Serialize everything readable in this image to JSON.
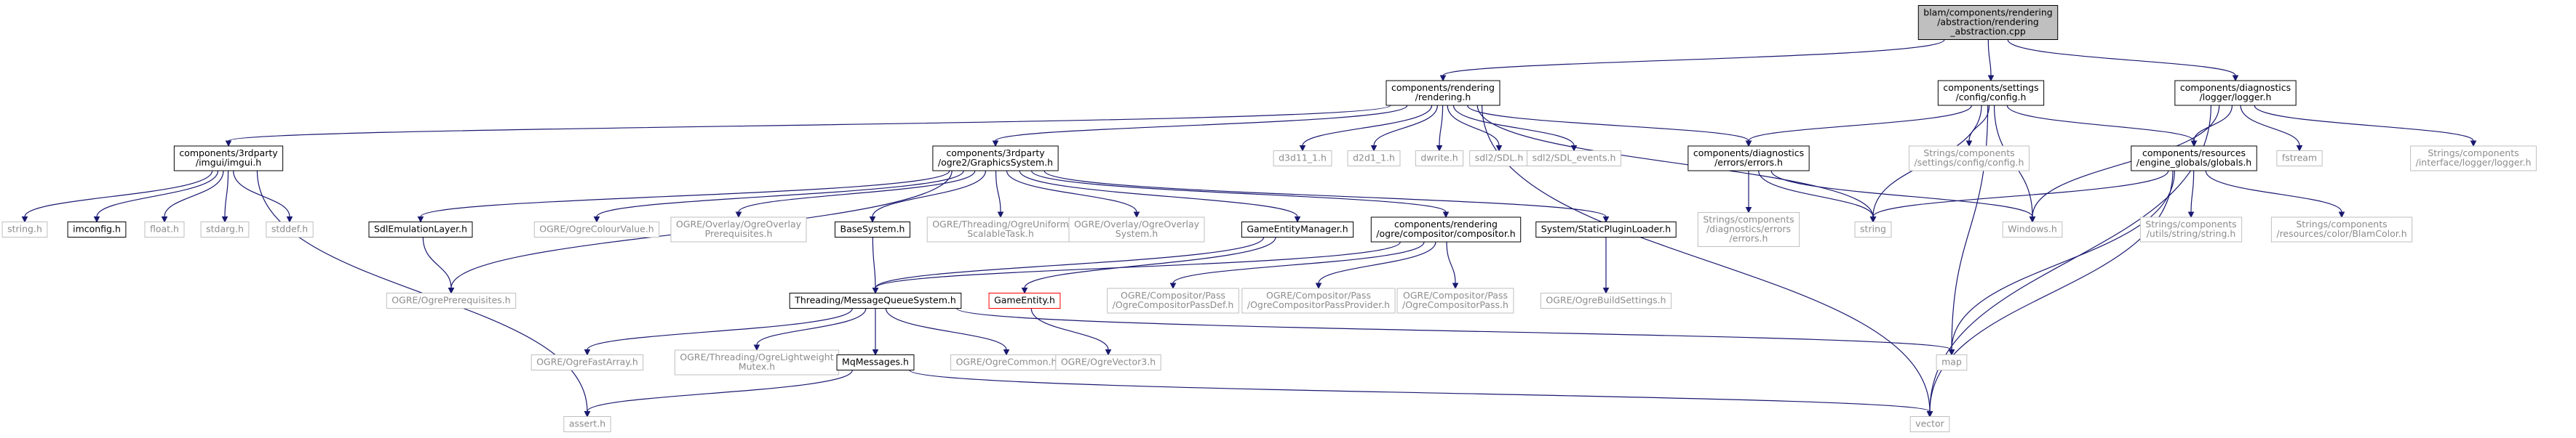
{
  "colors": {
    "edge": "#191970",
    "normal_border": "#000000",
    "normal_text": "#000000",
    "external_border": "#bfbfbf",
    "external_text": "#8c8c8c",
    "root_fill": "#bfbfbf",
    "missing_border": "#ff0000"
  },
  "nodes": [
    {
      "id": "root",
      "lines": [
        "blam/components/rendering",
        "/abstraction/rendering",
        "_abstraction.cpp"
      ],
      "kind": "root"
    },
    {
      "id": "rendering_h",
      "lines": [
        "components/rendering",
        "/rendering.h"
      ],
      "kind": "normal"
    },
    {
      "id": "config_h",
      "lines": [
        "components/settings",
        "/config/config.h"
      ],
      "kind": "normal"
    },
    {
      "id": "logger_h",
      "lines": [
        "components/diagnostics",
        "/logger/logger.h"
      ],
      "kind": "normal"
    },
    {
      "id": "imgui_h",
      "lines": [
        "components/3rdparty",
        "/imgui/imgui.h"
      ],
      "kind": "normal"
    },
    {
      "id": "graphics_h",
      "lines": [
        "components/3rdparty",
        "/ogre2/GraphicsSystem.h"
      ],
      "kind": "normal"
    },
    {
      "id": "d3d11",
      "lines": [
        "d3d11_1.h"
      ],
      "kind": "external"
    },
    {
      "id": "d2d1",
      "lines": [
        "d2d1_1.h"
      ],
      "kind": "external"
    },
    {
      "id": "dwrite",
      "lines": [
        "dwrite.h"
      ],
      "kind": "external"
    },
    {
      "id": "sdl",
      "lines": [
        "sdl2/SDL.h"
      ],
      "kind": "external"
    },
    {
      "id": "sdl_events",
      "lines": [
        "sdl2/SDL_events.h"
      ],
      "kind": "external"
    },
    {
      "id": "errors_h",
      "lines": [
        "components/diagnostics",
        "/errors/errors.h"
      ],
      "kind": "normal"
    },
    {
      "id": "config_strings",
      "lines": [
        "Strings/components",
        "/settings/config/config.h"
      ],
      "kind": "external"
    },
    {
      "id": "globals_h",
      "lines": [
        "components/resources",
        "/engine_globals/globals.h"
      ],
      "kind": "normal"
    },
    {
      "id": "fstream",
      "lines": [
        "fstream"
      ],
      "kind": "external"
    },
    {
      "id": "logger_strings",
      "lines": [
        "Strings/components",
        "/interface/logger/logger.h"
      ],
      "kind": "external"
    },
    {
      "id": "string_h",
      "lines": [
        "string.h"
      ],
      "kind": "external"
    },
    {
      "id": "imconfig",
      "lines": [
        "imconfig.h"
      ],
      "kind": "normal"
    },
    {
      "id": "float_h",
      "lines": [
        "float.h"
      ],
      "kind": "external"
    },
    {
      "id": "stdarg",
      "lines": [
        "stdarg.h"
      ],
      "kind": "external"
    },
    {
      "id": "stddef",
      "lines": [
        "stddef.h"
      ],
      "kind": "external"
    },
    {
      "id": "sdlemu",
      "lines": [
        "SdlEmulationLayer.h"
      ],
      "kind": "normal"
    },
    {
      "id": "colourvalue",
      "lines": [
        "OGRE/OgreColourValue.h"
      ],
      "kind": "external"
    },
    {
      "id": "overlay_prereq",
      "lines": [
        "OGRE/Overlay/OgreOverlay",
        "Prerequisites.h"
      ],
      "kind": "external"
    },
    {
      "id": "basesystem",
      "lines": [
        "BaseSystem.h"
      ],
      "kind": "normal"
    },
    {
      "id": "uniform_task",
      "lines": [
        "OGRE/Threading/OgreUniform",
        "ScalableTask.h"
      ],
      "kind": "external"
    },
    {
      "id": "overlay_system",
      "lines": [
        "OGRE/Overlay/OgreOverlay",
        "System.h"
      ],
      "kind": "external"
    },
    {
      "id": "gem",
      "lines": [
        "GameEntityManager.h"
      ],
      "kind": "normal"
    },
    {
      "id": "compositor_h",
      "lines": [
        "components/rendering",
        "/ogre/compositor/compositor.h"
      ],
      "kind": "normal"
    },
    {
      "id": "static_plugin",
      "lines": [
        "System/StaticPluginLoader.h"
      ],
      "kind": "normal"
    },
    {
      "id": "errors_strings",
      "lines": [
        "Strings/components",
        "/diagnostics/errors",
        "/errors.h"
      ],
      "kind": "external"
    },
    {
      "id": "string",
      "lines": [
        "string"
      ],
      "kind": "external"
    },
    {
      "id": "windows",
      "lines": [
        "Windows.h"
      ],
      "kind": "external"
    },
    {
      "id": "utils_string",
      "lines": [
        "Strings/components",
        "/utils/string/string.h"
      ],
      "kind": "external"
    },
    {
      "id": "blamcolor",
      "lines": [
        "Strings/components",
        "/resources/color/BlamColor.h"
      ],
      "kind": "external"
    },
    {
      "id": "ogre_prereq",
      "lines": [
        "OGRE/OgrePrerequisites.h"
      ],
      "kind": "external"
    },
    {
      "id": "mq_system",
      "lines": [
        "Threading/MessageQueueSystem.h"
      ],
      "kind": "normal"
    },
    {
      "id": "game_entity",
      "lines": [
        "GameEntity.h"
      ],
      "kind": "missing"
    },
    {
      "id": "cp_def",
      "lines": [
        "OGRE/Compositor/Pass",
        "/OgreCompositorPassDef.h"
      ],
      "kind": "external"
    },
    {
      "id": "cp_provider",
      "lines": [
        "OGRE/Compositor/Pass",
        "/OgreCompositorPassProvider.h"
      ],
      "kind": "external"
    },
    {
      "id": "cp_pass",
      "lines": [
        "OGRE/Compositor/Pass",
        "/OgreCompositorPass.h"
      ],
      "kind": "external"
    },
    {
      "id": "build_settings",
      "lines": [
        "OGRE/OgreBuildSettings.h"
      ],
      "kind": "external"
    },
    {
      "id": "fast_array",
      "lines": [
        "OGRE/OgreFastArray.h"
      ],
      "kind": "external"
    },
    {
      "id": "lw_mutex",
      "lines": [
        "OGRE/Threading/OgreLightweight",
        "Mutex.h"
      ],
      "kind": "external"
    },
    {
      "id": "mq_messages",
      "lines": [
        "MqMessages.h"
      ],
      "kind": "normal"
    },
    {
      "id": "ogre_common",
      "lines": [
        "OGRE/OgreCommon.h"
      ],
      "kind": "external"
    },
    {
      "id": "vector3",
      "lines": [
        "OGRE/OgreVector3.h"
      ],
      "kind": "external"
    },
    {
      "id": "map",
      "lines": [
        "map"
      ],
      "kind": "external"
    },
    {
      "id": "assert",
      "lines": [
        "assert.h"
      ],
      "kind": "external"
    },
    {
      "id": "vector",
      "lines": [
        "vector"
      ],
      "kind": "external"
    }
  ],
  "edges": [
    [
      "root",
      "rendering_h"
    ],
    [
      "root",
      "config_h"
    ],
    [
      "root",
      "logger_h"
    ],
    [
      "rendering_h",
      "imgui_h"
    ],
    [
      "rendering_h",
      "graphics_h"
    ],
    [
      "rendering_h",
      "d3d11"
    ],
    [
      "rendering_h",
      "d2d1"
    ],
    [
      "rendering_h",
      "dwrite"
    ],
    [
      "rendering_h",
      "sdl"
    ],
    [
      "rendering_h",
      "sdl_events"
    ],
    [
      "rendering_h",
      "errors_h"
    ],
    [
      "rendering_h",
      "string"
    ],
    [
      "rendering_h",
      "vector"
    ],
    [
      "config_h",
      "errors_h"
    ],
    [
      "config_h",
      "config_strings"
    ],
    [
      "config_h",
      "globals_h"
    ],
    [
      "config_h",
      "string"
    ],
    [
      "config_h",
      "windows"
    ],
    [
      "config_h",
      "map"
    ],
    [
      "logger_h",
      "globals_h"
    ],
    [
      "logger_h",
      "fstream"
    ],
    [
      "logger_h",
      "logger_strings"
    ],
    [
      "logger_h",
      "windows"
    ],
    [
      "logger_h",
      "vector"
    ],
    [
      "imgui_h",
      "string_h"
    ],
    [
      "imgui_h",
      "imconfig"
    ],
    [
      "imgui_h",
      "float_h"
    ],
    [
      "imgui_h",
      "stdarg"
    ],
    [
      "imgui_h",
      "stddef"
    ],
    [
      "imgui_h",
      "assert"
    ],
    [
      "graphics_h",
      "sdlemu"
    ],
    [
      "graphics_h",
      "colourvalue"
    ],
    [
      "graphics_h",
      "overlay_prereq"
    ],
    [
      "graphics_h",
      "basesystem"
    ],
    [
      "graphics_h",
      "uniform_task"
    ],
    [
      "graphics_h",
      "overlay_system"
    ],
    [
      "graphics_h",
      "gem"
    ],
    [
      "graphics_h",
      "compositor_h"
    ],
    [
      "graphics_h",
      "static_plugin"
    ],
    [
      "graphics_h",
      "ogre_prereq"
    ],
    [
      "errors_h",
      "errors_strings"
    ],
    [
      "errors_h",
      "string"
    ],
    [
      "errors_h",
      "windows"
    ],
    [
      "globals_h",
      "string"
    ],
    [
      "globals_h",
      "utils_string"
    ],
    [
      "globals_h",
      "blamcolor"
    ],
    [
      "globals_h",
      "map"
    ],
    [
      "globals_h",
      "vector"
    ],
    [
      "sdlemu",
      "ogre_prereq"
    ],
    [
      "basesystem",
      "mq_system"
    ],
    [
      "gem",
      "mq_system"
    ],
    [
      "gem",
      "game_entity"
    ],
    [
      "compositor_h",
      "mq_system"
    ],
    [
      "compositor_h",
      "cp_def"
    ],
    [
      "compositor_h",
      "cp_provider"
    ],
    [
      "compositor_h",
      "cp_pass"
    ],
    [
      "static_plugin",
      "build_settings"
    ],
    [
      "mq_system",
      "fast_array"
    ],
    [
      "mq_system",
      "lw_mutex"
    ],
    [
      "mq_system",
      "mq_messages"
    ],
    [
      "mq_system",
      "ogre_common"
    ],
    [
      "mq_system",
      "map"
    ],
    [
      "mq_messages",
      "assert"
    ],
    [
      "mq_messages",
      "vector"
    ],
    [
      "game_entity",
      "vector3"
    ]
  ]
}
